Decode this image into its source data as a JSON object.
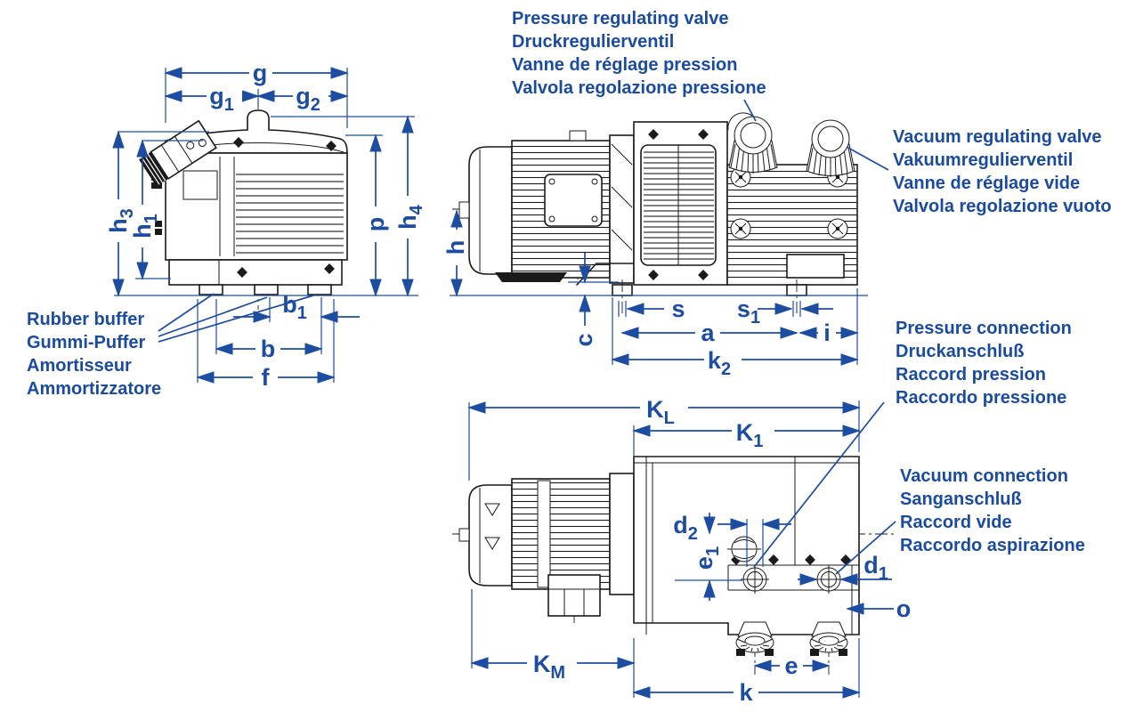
{
  "colors": {
    "annotation_blue": "#1b4b9e",
    "dimension_blue": "#1d4da0",
    "drawing_black": "#1a1a1a",
    "background": "#ffffff"
  },
  "annotations": {
    "pressure_regulating_valve": [
      "Pressure regulating valve",
      "Druckregulierventil",
      "Vanne de réglage pression",
      "Valvola regolazione pressione"
    ],
    "vacuum_regulating_valve": [
      "Vacuum regulating valve",
      "Vakuumregulierventil",
      "Vanne de réglage vide",
      "Valvola regolazione vuoto"
    ],
    "rubber_buffer": [
      "Rubber buffer",
      "Gummi-Puffer",
      "Amortisseur",
      "Ammortizzatore"
    ],
    "pressure_connection": [
      "Pressure connection",
      "Druckanschluß",
      "Raccord pression",
      "Raccordo pressione"
    ],
    "vacuum_connection": [
      "Vacuum connection",
      "Sanganschluß",
      "Raccord vide",
      "Raccordo aspirazione"
    ]
  },
  "dims": {
    "g": {
      "base": "g",
      "sub": ""
    },
    "g1": {
      "base": "g",
      "sub": "1"
    },
    "g2": {
      "base": "g",
      "sub": "2"
    },
    "h3": {
      "base": "h",
      "sub": "3"
    },
    "h1": {
      "base": "h",
      "sub": "1"
    },
    "p": {
      "base": "p",
      "sub": ""
    },
    "h4": {
      "base": "h",
      "sub": "4"
    },
    "b1": {
      "base": "b",
      "sub": "1"
    },
    "b": {
      "base": "b",
      "sub": ""
    },
    "f": {
      "base": "f",
      "sub": ""
    },
    "h": {
      "base": "h",
      "sub": ""
    },
    "c": {
      "base": "c",
      "sub": ""
    },
    "s": {
      "base": "s",
      "sub": ""
    },
    "s1": {
      "base": "s",
      "sub": "1"
    },
    "a": {
      "base": "a",
      "sub": ""
    },
    "i": {
      "base": "i",
      "sub": ""
    },
    "k2": {
      "base": "k",
      "sub": "2"
    },
    "KL": {
      "base": "K",
      "sub": "L"
    },
    "K1": {
      "base": "K",
      "sub": "1"
    },
    "d2": {
      "base": "d",
      "sub": "2"
    },
    "e1": {
      "base": "e",
      "sub": "1"
    },
    "d1": {
      "base": "d",
      "sub": "1"
    },
    "o": {
      "base": "o",
      "sub": ""
    },
    "KM": {
      "base": "K",
      "sub": "M"
    },
    "e": {
      "base": "e",
      "sub": ""
    },
    "k": {
      "base": "k",
      "sub": ""
    }
  }
}
